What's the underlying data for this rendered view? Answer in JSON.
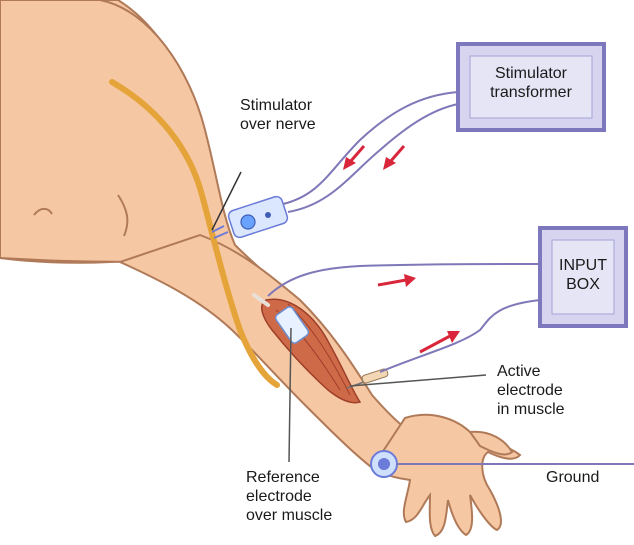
{
  "colors": {
    "skin": "#f6c7a3",
    "skin_outline": "#b07a58",
    "nerve": "#e5a43a",
    "muscle": "#cf6a48",
    "muscle_dark": "#9e3f2a",
    "wire": "#7f78b8",
    "box_fill": "#d6d4ee",
    "box_border": "#7d78bd",
    "signal_arrow": "#d9263a",
    "electrode": "#3f7fd6"
  },
  "labels": {
    "stimulator_nerve": [
      "Stimulator",
      "over nerve"
    ],
    "active_electrode": [
      "Active",
      "electrode",
      "in muscle"
    ],
    "reference_electrode": [
      "Reference",
      "electrode",
      "over muscle"
    ],
    "ground": "Ground"
  },
  "boxes": {
    "stimulator_transformer": [
      "Stimulator",
      "transformer"
    ],
    "input_box": [
      "INPUT",
      "BOX"
    ]
  },
  "arrows": {
    "stimulator_direction": "toward-arm",
    "recording_direction": "toward-input-box"
  }
}
